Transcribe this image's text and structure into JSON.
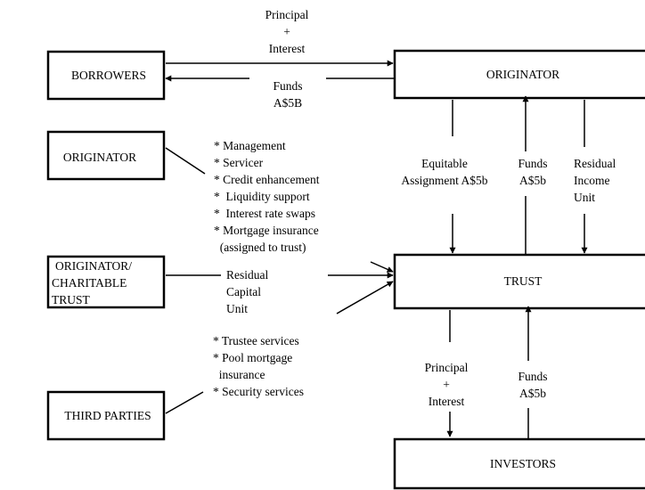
{
  "boxes": {
    "borrowers": "BORROWERS",
    "originator_main": "ORIGINATOR",
    "originator_side": "ORIGINATOR",
    "originator_charitable": [
      "ORIGINATOR/",
      "CHARITABLE",
      "TRUST"
    ],
    "trust": "TRUST",
    "third_parties": "THIRD PARTIES",
    "investors": "INVESTORS"
  },
  "flows": {
    "borrowers_to_originator": [
      "Principal",
      "+",
      "Interest"
    ],
    "originator_to_borrowers": [
      "Funds",
      "A$5B"
    ],
    "equitable_assignment": [
      "Equitable",
      "Assignment A$5b"
    ],
    "trust_to_originator_funds": [
      "Funds",
      "A$5b"
    ],
    "residual_income": [
      "Residual",
      "Income",
      "Unit"
    ],
    "residual_capital": [
      "Residual",
      "Capital",
      "Unit"
    ],
    "trust_to_investors": [
      "Principal",
      "+",
      "Interest"
    ],
    "investors_to_trust_funds": [
      "Funds",
      "A$5b"
    ]
  },
  "originator_services": [
    "* Management",
    "* Servicer",
    "* Credit enhancement",
    "*  Liquidity support",
    "*  Interest rate swaps",
    "* Mortgage insurance",
    "  (assigned to trust)"
  ],
  "third_party_services": [
    "* Trustee services",
    "* Pool mortgage",
    "  insurance",
    "* Security services"
  ]
}
